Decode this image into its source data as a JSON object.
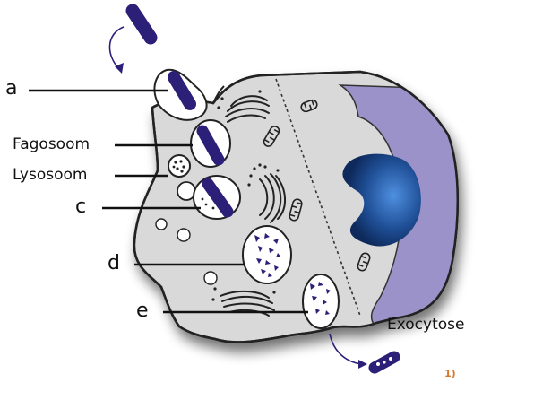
{
  "labels": {
    "a": "a",
    "fagosoom": "Fagosoom",
    "lysosoom": "Lysosoom",
    "c": "c",
    "d": "d",
    "e": "e",
    "exocytose": "Exocytose"
  },
  "footnote": "1)",
  "colors": {
    "cytoplasm": "#d9d9d9",
    "nucleus_region": "#9a92c8",
    "nucleus": "#1f4f96",
    "bacterium": "#2b1f78",
    "outline": "#222222",
    "footnote": "#d9782a"
  }
}
